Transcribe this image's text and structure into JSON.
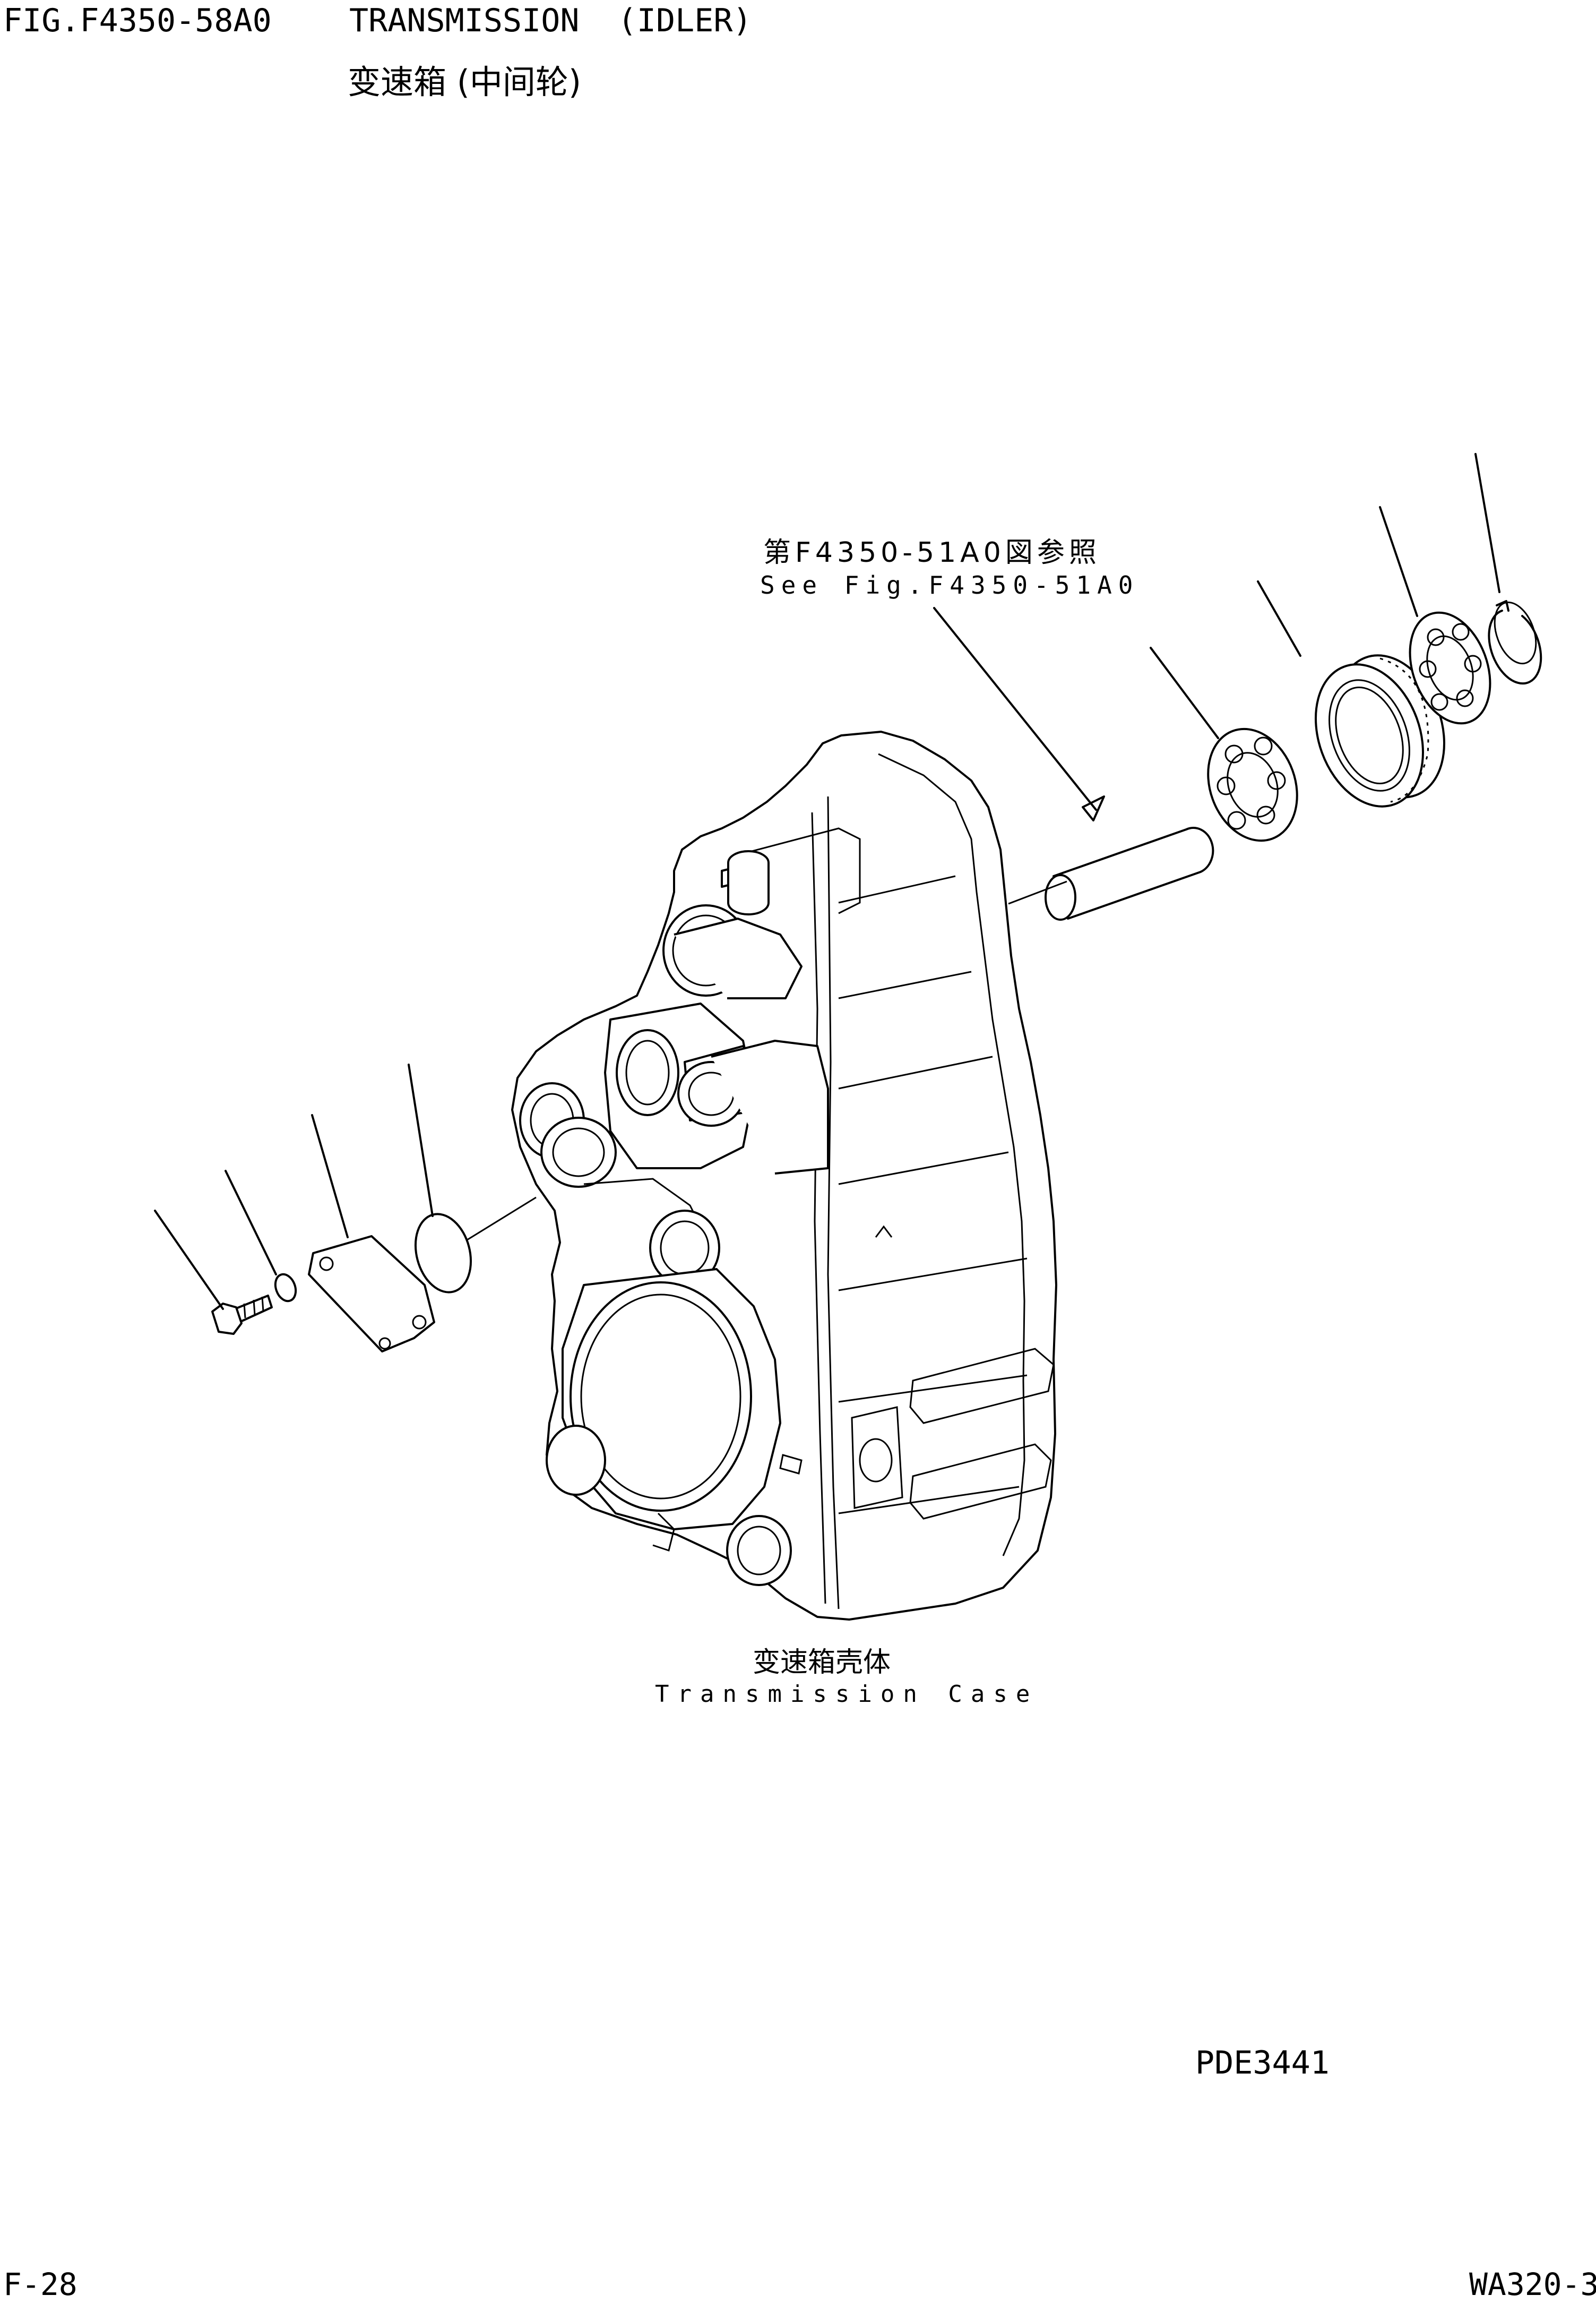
{
  "header": {
    "figure_number": "FIG.F4350-58A0",
    "title_en": "TRANSMISSION  (IDLER)",
    "title_cn": "变速箱 (中间轮)"
  },
  "reference": {
    "cn": "第F4350-51A0図参照",
    "en": "See Fig.F4350-51A0"
  },
  "case_label": {
    "cn": "变速箱壳体",
    "en": "Transmission Case"
  },
  "footer": {
    "drawing_number": "PDE3441",
    "page_number": "F-28",
    "model": "WA320-3"
  }
}
